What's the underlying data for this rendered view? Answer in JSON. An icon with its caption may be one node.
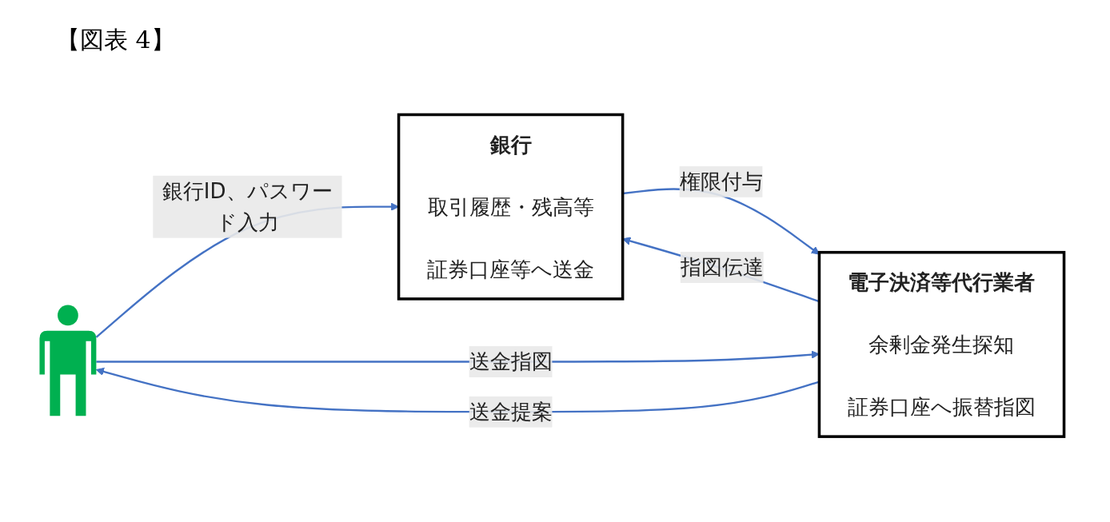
{
  "diagram": {
    "title": "【図表 4】",
    "nodes": [
      {
        "text": [],
        "shape": "person"
      },
      {
        "text": [
          "電子決済等代行業者",
          "余剰金発生探知",
          "証券口座へ振替指図"
        ]
      },
      {
        "text": [
          "銀行",
          "取引履歴・残高等",
          "証券口座等へ送金"
        ]
      }
    ],
    "edges": [
      {
        "from": 0,
        "to": 2,
        "arrow": "to",
        "label": "銀行ID、パスワード入力"
      },
      {
        "from": 2,
        "to": 1,
        "arrow": "to",
        "label": "権限付与"
      },
      {
        "from": 0,
        "to": 1,
        "arrow": "to",
        "label": "送金指図"
      },
      {
        "from": 1,
        "to": 0,
        "arrow": "to",
        "label": "送金提案"
      },
      {
        "from": 1,
        "to": 2,
        "arrow": "to",
        "label": "指図伝達"
      }
    ]
  }
}
